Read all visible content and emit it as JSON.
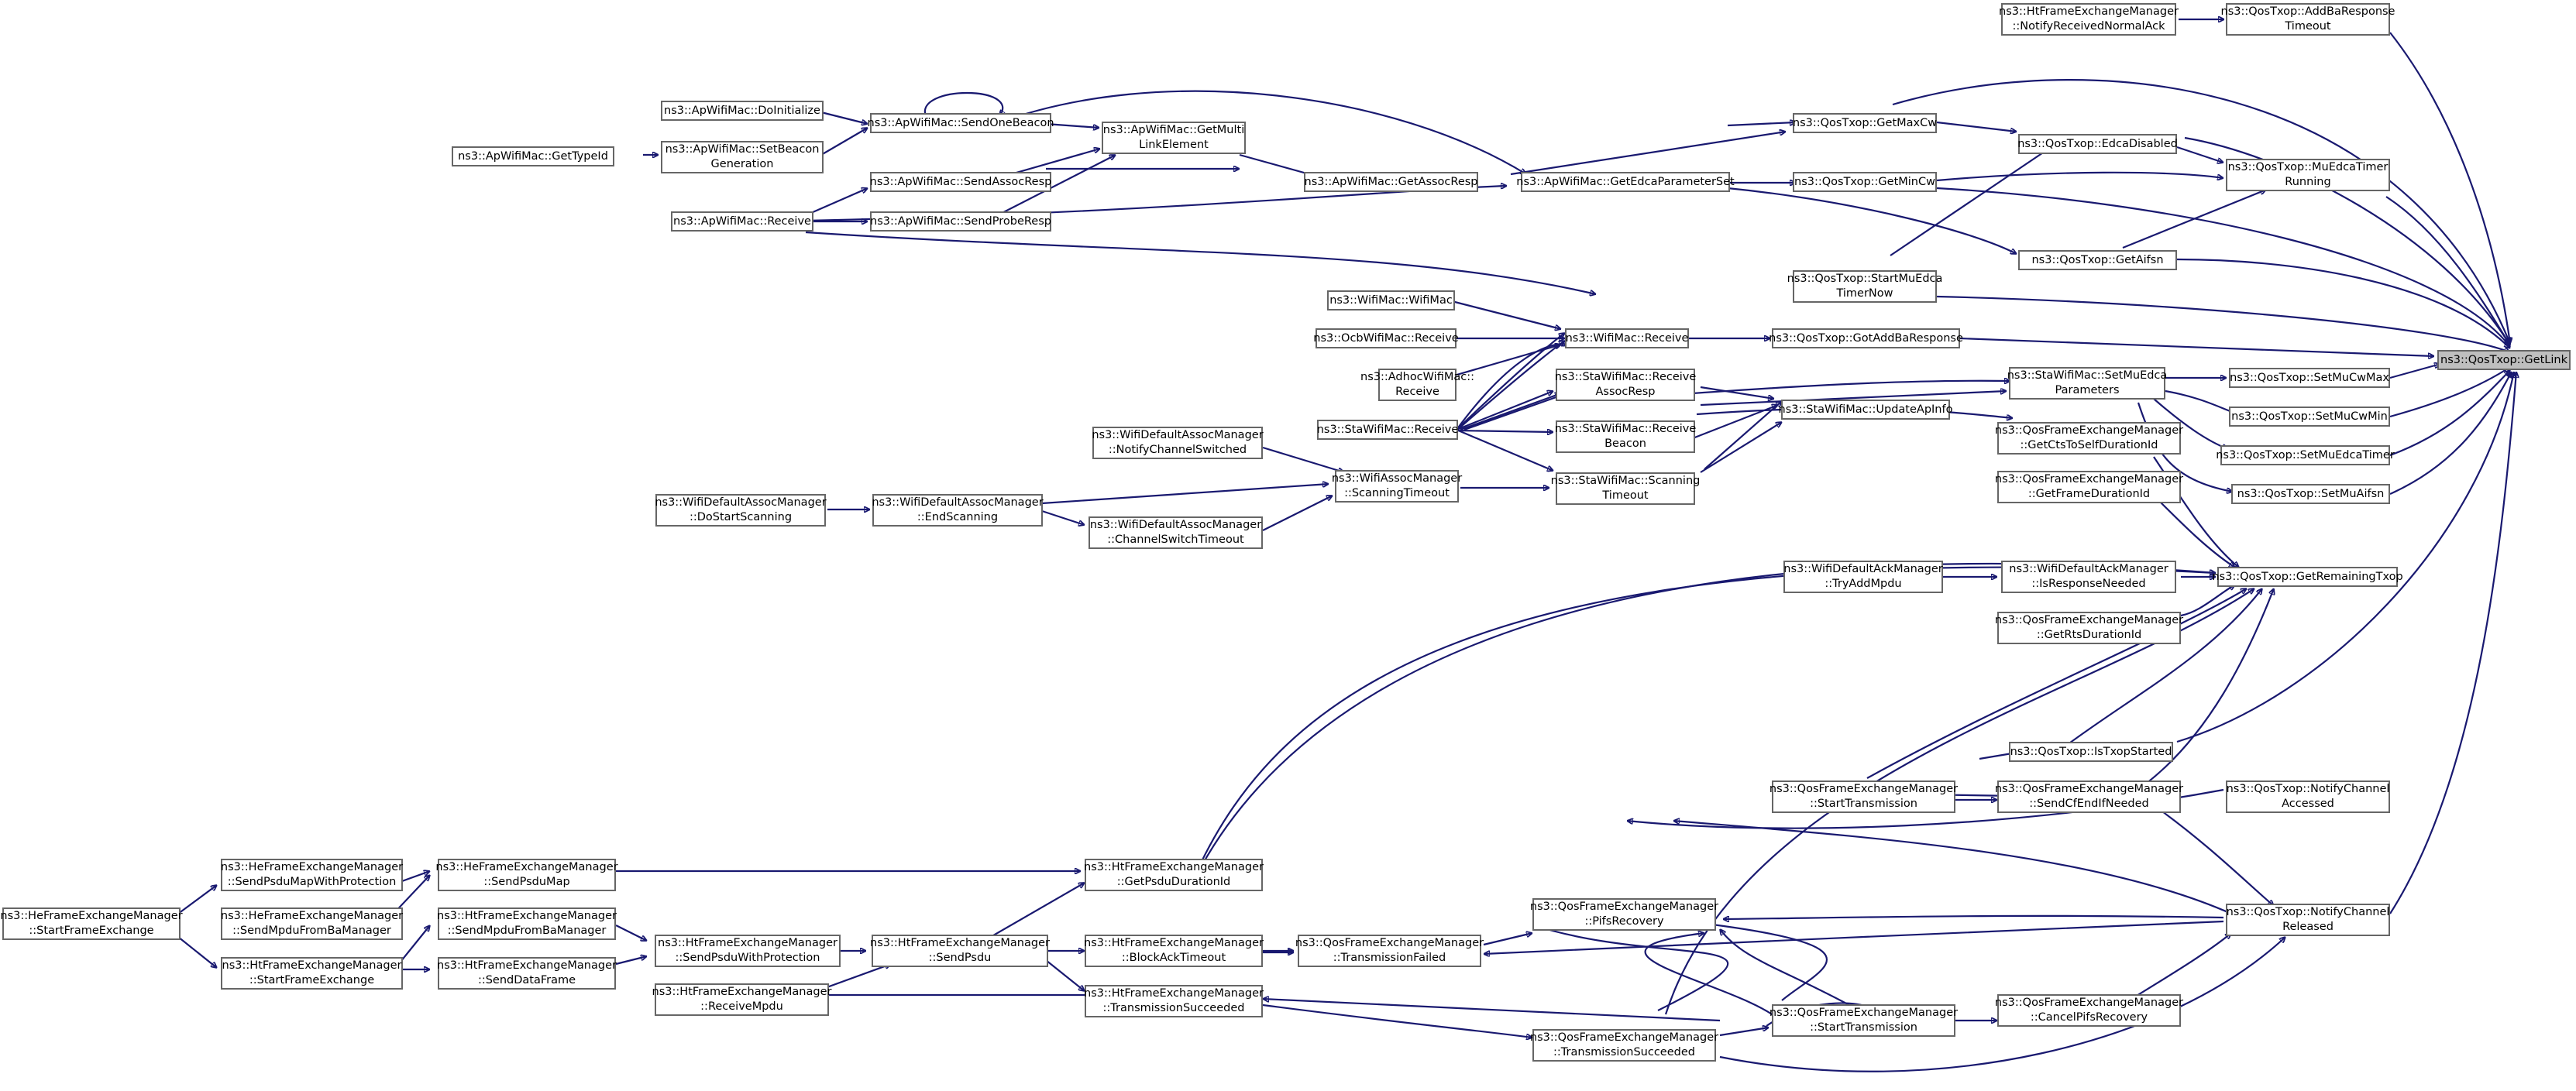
{
  "colors": {
    "edge": "#191970",
    "node_border": "#666666",
    "focus_fill": "#bfbfbf",
    "background": "#ffffff"
  },
  "nodes": {
    "getlink": "ns3::QosTxop::GetLink",
    "notify_normal_ack": "ns3::HtFrameExchangeManager\n::NotifyReceivedNormalAck",
    "add_ba_timeout": "ns3::QosTxop::AddBaResponse\nTimeout",
    "get_max_cw": "ns3::QosTxop::GetMaxCw",
    "edca_disabled": "ns3::QosTxop::EdcaDisabled",
    "mu_edca_running": "ns3::QosTxop::MuEdcaTimer\nRunning",
    "get_min_cw": "ns3::QosTxop::GetMinCw",
    "get_aifsn": "ns3::QosTxop::GetAifsn",
    "start_mu_edca": "ns3::QosTxop::StartMuEdca\nTimerNow",
    "got_add_ba": "ns3::QosTxop::GotAddBaResponse",
    "set_mu_cw_max": "ns3::QosTxop::SetMuCwMax",
    "set_mu_cw_min": "ns3::QosTxop::SetMuCwMin",
    "set_mu_edca_timer": "ns3::QosTxop::SetMuEdcaTimer",
    "set_mu_aifsn": "ns3::QosTxop::SetMuAifsn",
    "sta_set_mu_edca": "ns3::StaWifiMac::SetMuEdca\nParameters",
    "get_cts_dur": "ns3::QosFrameExchangeManager\n::GetCtsToSelfDurationId",
    "get_frame_dur": "ns3::QosFrameExchangeManager\n::GetFrameDurationId",
    "is_response_needed": "ns3::WifiDefaultAckManager\n::IsResponseNeeded",
    "get_rts_dur": "ns3::QosFrameExchangeManager\n::GetRtsDurationId",
    "get_remaining_txop": "ns3::QosTxop::GetRemainingTxop",
    "try_add_mpdu": "ns3::WifiDefaultAckManager\n::TryAddMpdu",
    "is_txop_started": "ns3::QosTxop::IsTxopStarted",
    "send_cf_end": "ns3::QosFrameExchangeManager\n::SendCfEndIfNeeded",
    "qos_start_tx_a": "ns3::QosFrameExchangeManager\n::StartTransmission",
    "notify_accessed": "ns3::QosTxop::NotifyChannel\nAccessed",
    "notify_released": "ns3::QosTxop::NotifyChannel\nReleased",
    "pifs_recovery": "ns3::QosFrameExchangeManager\n::PifsRecovery",
    "tx_failed": "ns3::QosFrameExchangeManager\n::TransmissionFailed",
    "qos_start_tx_b": "ns3::QosFrameExchangeManager\n::StartTransmission",
    "cancel_pifs": "ns3::QosFrameExchangeManager\n::CancelPifsRecovery",
    "qos_tx_succeeded": "ns3::QosFrameExchangeManager\n::TransmissionSucceeded",
    "ap_get_edca": "ns3::ApWifiMac::GetEdcaParameterSet",
    "ap_get_assoc_resp": "ns3::ApWifiMac::GetAssocResp",
    "ap_get_multi_link": "ns3::ApWifiMac::GetMulti\nLinkElement",
    "ap_send_one_beacon": "ns3::ApWifiMac::SendOneBeacon",
    "ap_do_initialize": "ns3::ApWifiMac::DoInitialize",
    "ap_set_beacon_gen": "ns3::ApWifiMac::SetBeacon\nGeneration",
    "ap_get_type_id": "ns3::ApWifiMac::GetTypeId",
    "ap_send_assoc_resp": "ns3::ApWifiMac::SendAssocResp",
    "ap_send_probe_resp": "ns3::ApWifiMac::SendProbeResp",
    "ap_receive": "ns3::ApWifiMac::Receive",
    "wifi_receive": "ns3::WifiMac::Receive",
    "wifi_mac_ctor": "ns3::WifiMac::WifiMac",
    "ocb_receive": "ns3::OcbWifiMac::Receive",
    "adhoc_receive": "ns3::AdhocWifiMac::\nReceive",
    "sta_receive": "ns3::StaWifiMac::Receive",
    "sta_recv_assoc_resp": "ns3::StaWifiMac::Receive\nAssocResp",
    "sta_recv_beacon": "ns3::StaWifiMac::Receive\nBeacon",
    "sta_update_ap_info": "ns3::StaWifiMac::UpdateApInfo",
    "sta_scanning_timeout": "ns3::StaWifiMac::Scanning\nTimeout",
    "assoc_scanning_timeout": "ns3::WifiAssocManager\n::ScanningTimeout",
    "notify_ch_switched": "ns3::WifiDefaultAssocManager\n::NotifyChannelSwitched",
    "end_scanning": "ns3::WifiDefaultAssocManager\n::EndScanning",
    "do_start_scanning": "ns3::WifiDefaultAssocManager\n::DoStartScanning",
    "ch_switch_timeout": "ns3::WifiDefaultAssocManager\n::ChannelSwitchTimeout",
    "ht_get_psdu_dur": "ns3::HtFrameExchangeManager\n::GetPsduDurationId",
    "he_send_psdu_map": "ns3::HeFrameExchangeManager\n::SendPsduMap",
    "he_send_psdu_map_prot": "ns3::HeFrameExchangeManager\n::SendPsduMapWithProtection",
    "he_start_fe": "ns3::HeFrameExchangeManager\n::StartFrameExchange",
    "he_send_mpdu_ba": "ns3::HeFrameExchangeManager\n::SendMpduFromBaManager",
    "ht_start_fe": "ns3::HtFrameExchangeManager\n::StartFrameExchange",
    "ht_send_mpdu_ba": "ns3::HtFrameExchangeManager\n::SendMpduFromBaManager",
    "ht_send_data_frame": "ns3::HtFrameExchangeManager\n::SendDataFrame",
    "ht_send_psdu_prot": "ns3::HtFrameExchangeManager\n::SendPsduWithProtection",
    "ht_receive_mpdu": "ns3::HtFrameExchangeManager\n::ReceiveMpdu",
    "ht_send_psdu": "ns3::HtFrameExchangeManager\n::SendPsdu",
    "ht_block_ack_timeout": "ns3::HtFrameExchangeManager\n::BlockAckTimeout",
    "ht_tx_succeeded": "ns3::HtFrameExchangeManager\n::TransmissionSucceeded"
  }
}
